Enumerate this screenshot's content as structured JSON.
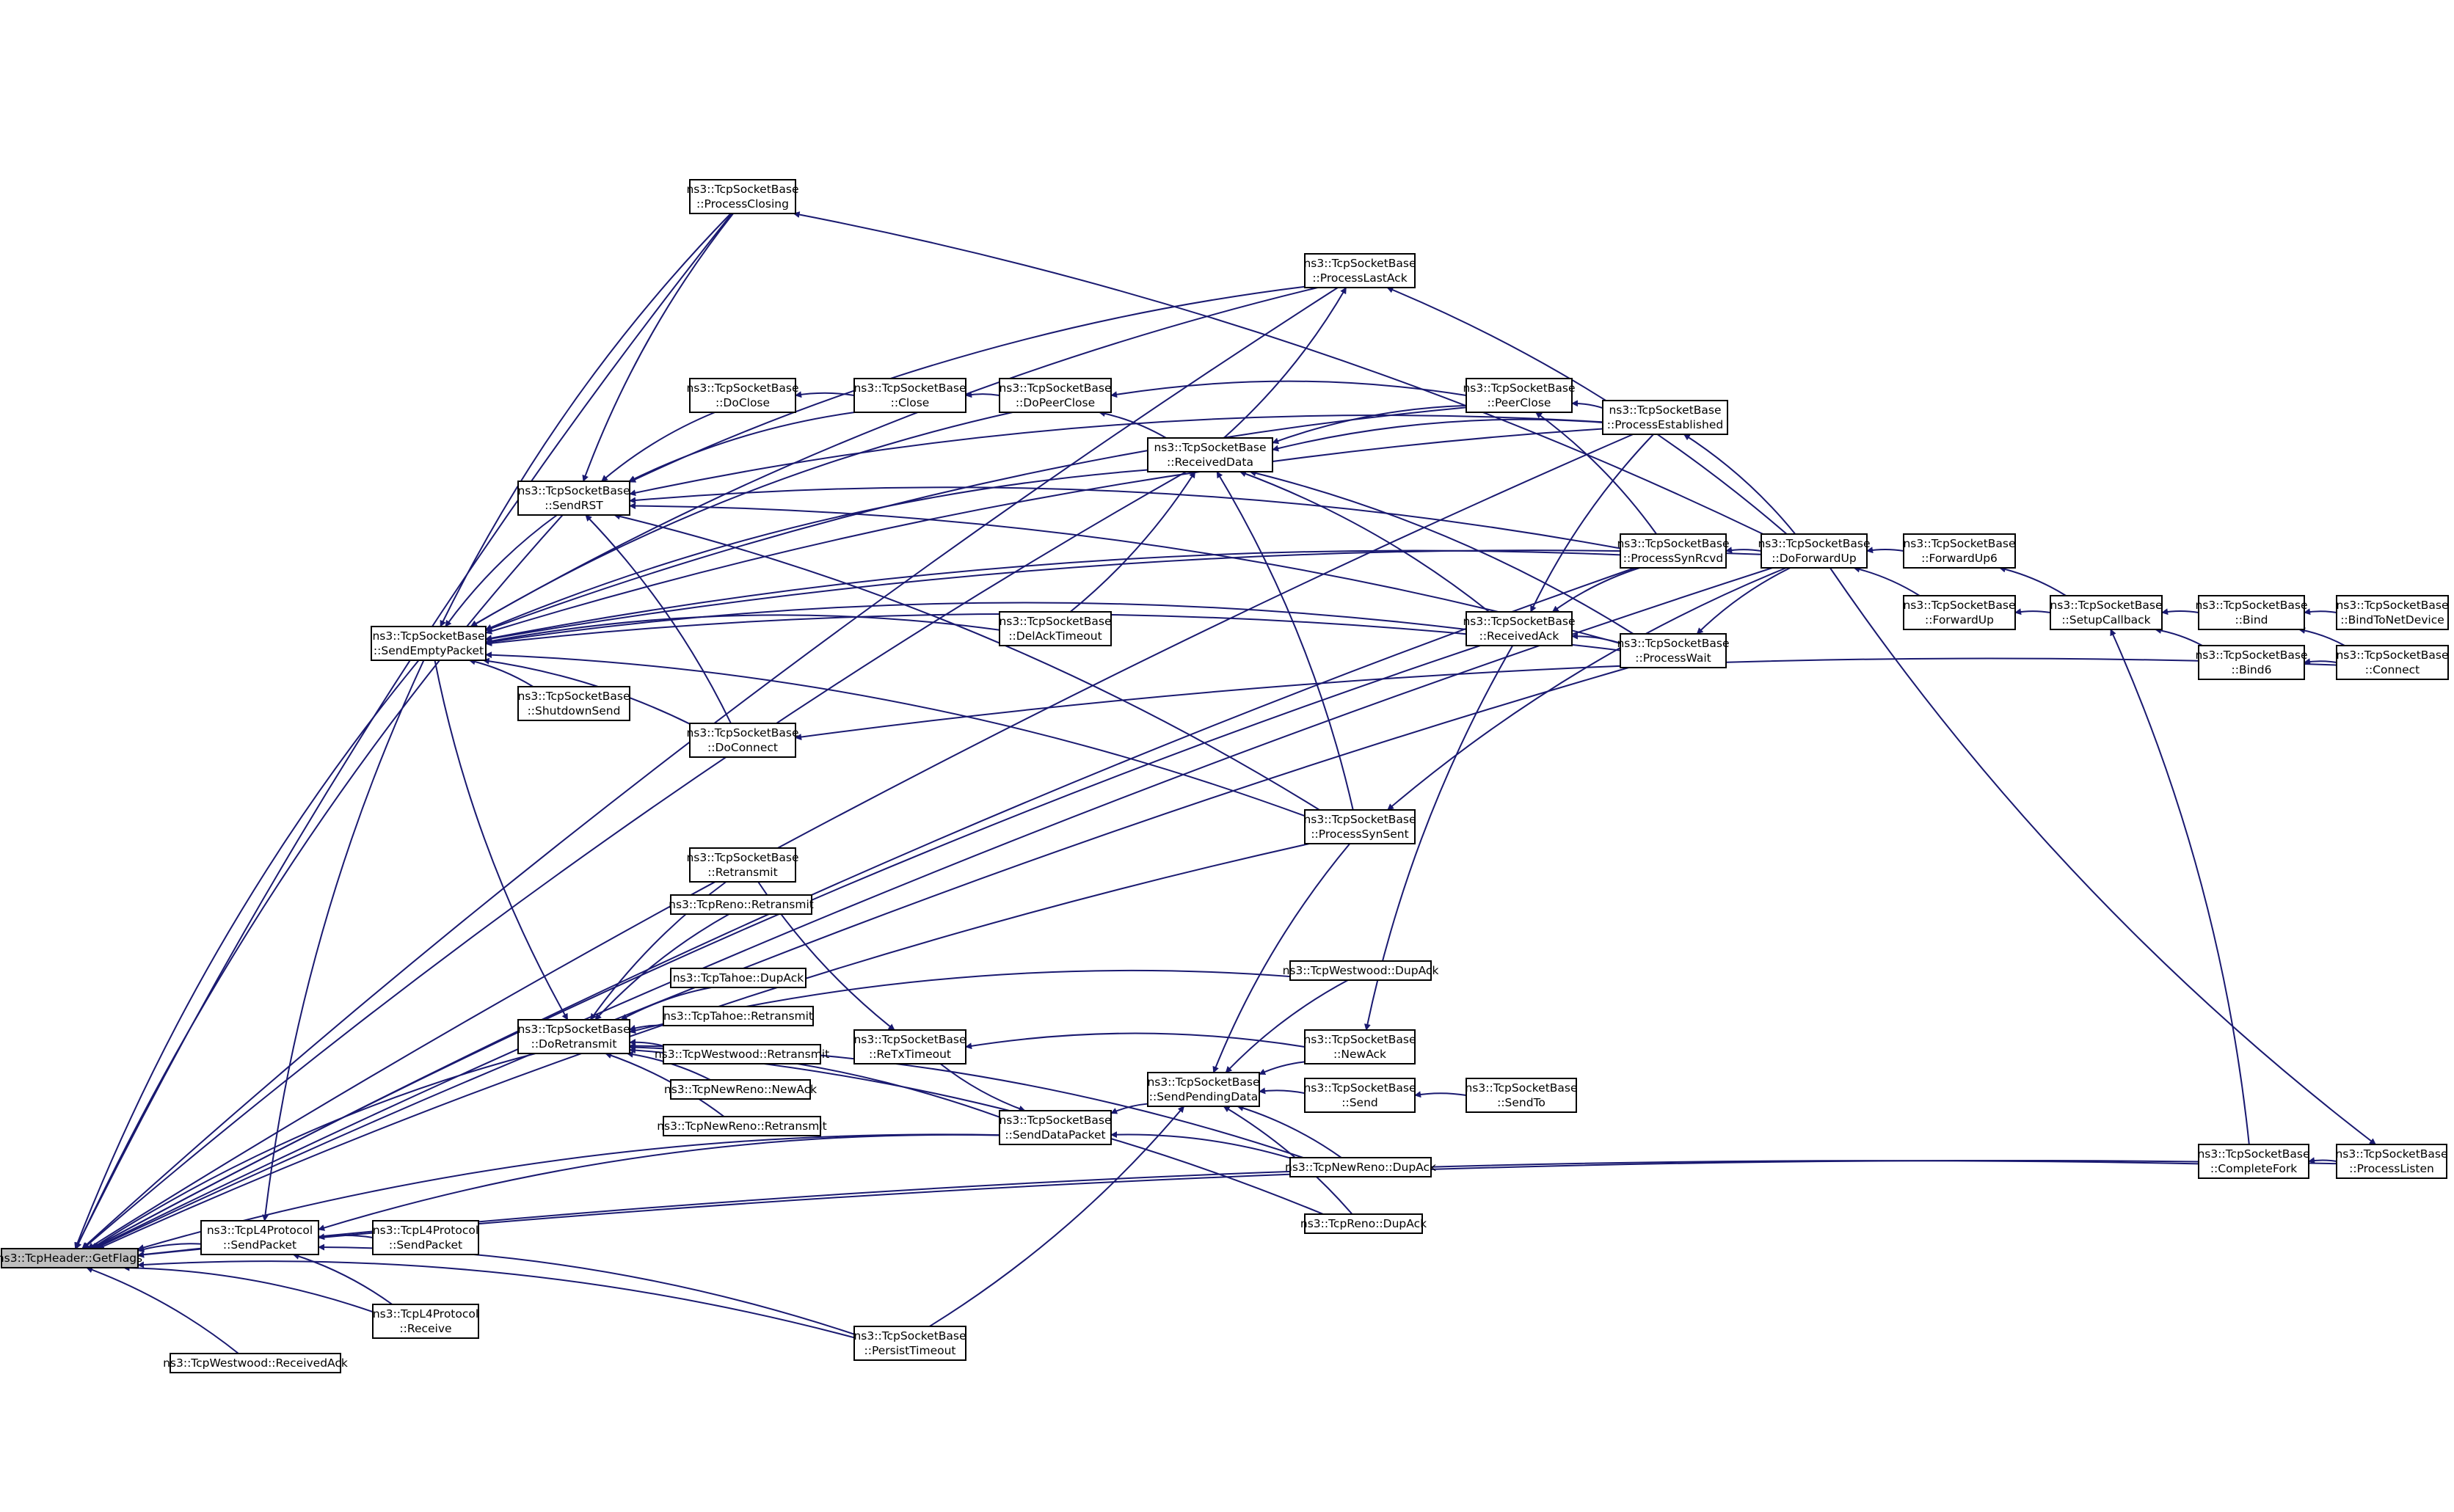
{
  "colors": {
    "edge": "#191970",
    "root_fill": "#bfbfbf",
    "node_fill": "#ffffff",
    "node_border": "#000000"
  },
  "nodes": {
    "getflags": [
      "ns3::TcpHeader::GetFlags"
    ],
    "tcpl4_sendpacket": [
      "ns3::TcpL4Protocol",
      "::SendPacket"
    ],
    "tcpl4_sendpacket2": [
      "ns3::TcpL4Protocol",
      "::SendPacket"
    ],
    "tcpl4_receive": [
      "ns3::TcpL4Protocol",
      "::Receive"
    ],
    "westwood_receivedack": [
      "ns3::TcpWestwood::ReceivedAck"
    ],
    "sendemptypacket": [
      "ns3::TcpSocketBase",
      "::SendEmptyPacket"
    ],
    "processclosing": [
      "ns3::TcpSocketBase",
      "::ProcessClosing"
    ],
    "sendrst": [
      "ns3::TcpSocketBase",
      "::SendRST"
    ],
    "doclose": [
      "ns3::TcpSocketBase",
      "::DoClose"
    ],
    "close": [
      "ns3::TcpSocketBase",
      "::Close"
    ],
    "dopeerclose": [
      "ns3::TcpSocketBase",
      "::DoPeerClose"
    ],
    "receiveddata": [
      "ns3::TcpSocketBase",
      "::ReceivedData"
    ],
    "processlastack": [
      "ns3::TcpSocketBase",
      "::ProcessLastAck"
    ],
    "peerclose": [
      "ns3::TcpSocketBase",
      "::PeerClose"
    ],
    "processestablished": [
      "ns3::TcpSocketBase",
      "::ProcessEstablished"
    ],
    "processsynrcvd": [
      "ns3::TcpSocketBase",
      "::ProcessSynRcvd"
    ],
    "doforwardup": [
      "ns3::TcpSocketBase",
      "::DoForwardUp"
    ],
    "forwardup6": [
      "ns3::TcpSocketBase",
      "::ForwardUp6"
    ],
    "forwardup": [
      "ns3::TcpSocketBase",
      "::ForwardUp"
    ],
    "setupcallback": [
      "ns3::TcpSocketBase",
      "::SetupCallback"
    ],
    "bind": [
      "ns3::TcpSocketBase",
      "::Bind"
    ],
    "bindtonetdevice": [
      "ns3::TcpSocketBase",
      "::BindToNetDevice"
    ],
    "bind6": [
      "ns3::TcpSocketBase",
      "::Bind6"
    ],
    "connect": [
      "ns3::TcpSocketBase",
      "::Connect"
    ],
    "delacktimeout": [
      "ns3::TcpSocketBase",
      "::DelAckTimeout"
    ],
    "receivedack": [
      "ns3::TcpSocketBase",
      "::ReceivedAck"
    ],
    "processwait": [
      "ns3::TcpSocketBase",
      "::ProcessWait"
    ],
    "shutdownsend": [
      "ns3::TcpSocketBase",
      "::ShutdownSend"
    ],
    "doconnect": [
      "ns3::TcpSocketBase",
      "::DoConnect"
    ],
    "processsynsent": [
      "ns3::TcpSocketBase",
      "::ProcessSynSent"
    ],
    "retransmit": [
      "ns3::TcpSocketBase",
      "::Retransmit"
    ],
    "reno_retransmit": [
      "ns3::TcpReno::Retransmit"
    ],
    "westwood_dupack": [
      "ns3::TcpWestwood::DupAck"
    ],
    "tahoe_dupack": [
      "ns3::TcpTahoe::DupAck"
    ],
    "tahoe_retransmit": [
      "ns3::TcpTahoe::Retransmit"
    ],
    "doretransmit": [
      "ns3::TcpSocketBase",
      "::DoRetransmit"
    ],
    "westwood_retransmit": [
      "ns3::TcpWestwood::Retransmit"
    ],
    "newreno_newack": [
      "ns3::TcpNewReno::NewAck"
    ],
    "newreno_retransmit": [
      "ns3::TcpNewReno::Retransmit"
    ],
    "retxtimeout": [
      "ns3::TcpSocketBase",
      "::ReTxTimeout"
    ],
    "newack": [
      "ns3::TcpSocketBase",
      "::NewAck"
    ],
    "sendpendingdata": [
      "ns3::TcpSocketBase",
      "::SendPendingData"
    ],
    "send": [
      "ns3::TcpSocketBase",
      "::Send"
    ],
    "sendto": [
      "ns3::TcpSocketBase",
      "::SendTo"
    ],
    "senddatapacket": [
      "ns3::TcpSocketBase",
      "::SendDataPacket"
    ],
    "newreno_dupack": [
      "ns3::TcpNewReno::DupAck"
    ],
    "reno_dupack": [
      "ns3::TcpReno::DupAck"
    ],
    "persisttimeout": [
      "ns3::TcpSocketBase",
      "::PersistTimeout"
    ],
    "completefork": [
      "ns3::TcpSocketBase",
      "::CompleteFork"
    ],
    "processlisten": [
      "ns3::TcpSocketBase",
      "::ProcessListen"
    ]
  }
}
